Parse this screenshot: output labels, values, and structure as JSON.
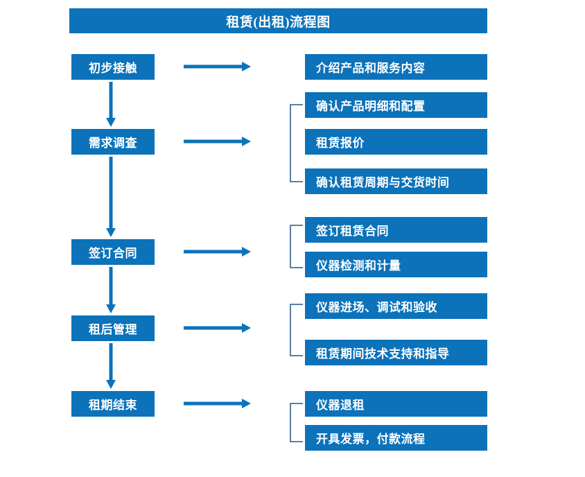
{
  "header": {
    "title": "租赁(出租)流程图",
    "background_color": "#0C72BA",
    "text_color": "#FFFFFF"
  },
  "theme": {
    "box_fill": "#0C72BA",
    "box_text": "#FFFFFF",
    "arrow_color": "#0C72BA",
    "bracket_color": "#5B7FA6",
    "page_background": "#FFFFFF"
  },
  "flow": {
    "stages": [
      {
        "id": "stage-1",
        "label": "初步接触"
      },
      {
        "id": "stage-2",
        "label": "需求调查"
      },
      {
        "id": "stage-3",
        "label": "签订合同"
      },
      {
        "id": "stage-4",
        "label": "租后管理"
      },
      {
        "id": "stage-5",
        "label": "租期结束"
      }
    ],
    "details": [
      {
        "id": "detail-1",
        "label": "介绍产品和服务内容"
      },
      {
        "id": "detail-2",
        "label": "确认产品明细和配置"
      },
      {
        "id": "detail-3",
        "label": "租赁报价"
      },
      {
        "id": "detail-4",
        "label": "确认租赁周期与交货时间"
      },
      {
        "id": "detail-5",
        "label": "签订租赁合同"
      },
      {
        "id": "detail-6",
        "label": "仪器检测和计量"
      },
      {
        "id": "detail-7",
        "label": "仪器进场、调试和验收"
      },
      {
        "id": "detail-8",
        "label": "租赁期间技术支持和指导"
      },
      {
        "id": "detail-9",
        "label": "仪器退租"
      },
      {
        "id": "detail-10",
        "label": "开具发票，付款流程"
      }
    ],
    "connector_arrows_horizontal": 5,
    "connector_arrows_vertical": 4,
    "grouping_brackets": 4
  }
}
